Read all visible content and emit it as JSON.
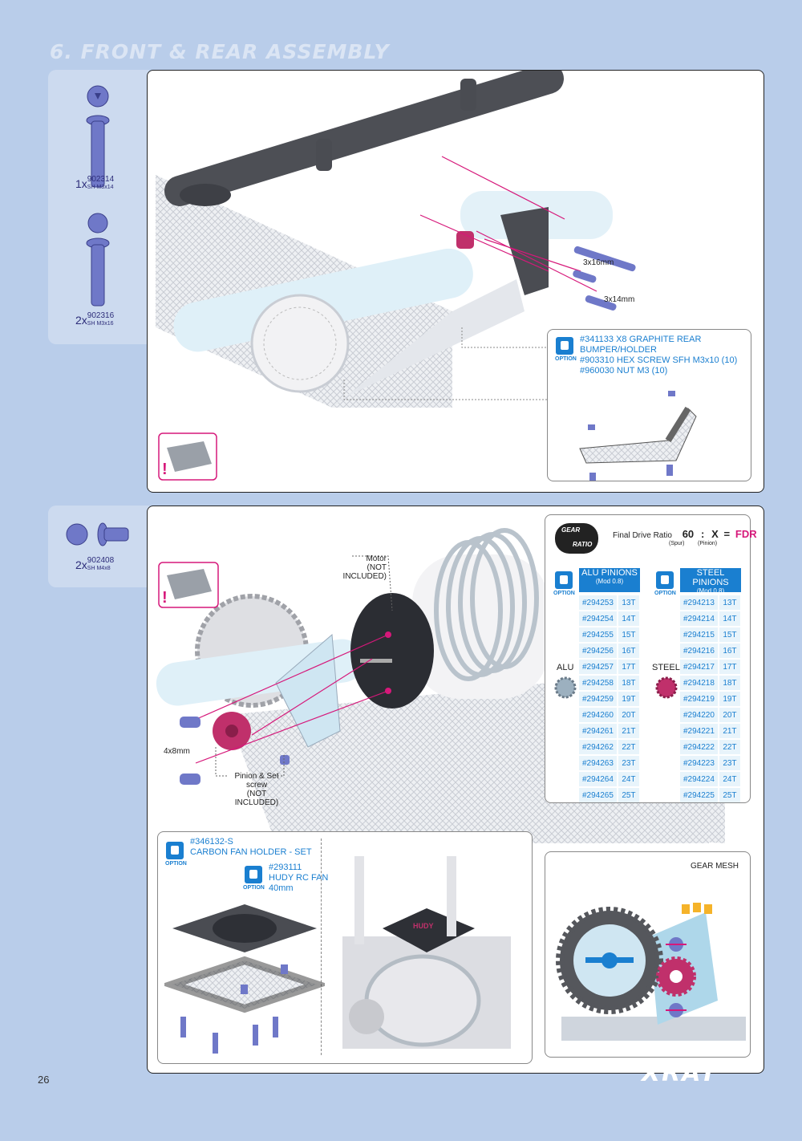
{
  "page": {
    "title": "6. FRONT & REAR ASSEMBLY",
    "page_number": "26",
    "brand": "XRAY"
  },
  "section1": {
    "parts": [
      {
        "qty": "1x",
        "code": "902314",
        "desc": "SH M3x14"
      },
      {
        "qty": "2x",
        "code": "902316",
        "desc": "SH M3x16"
      }
    ],
    "labels": {
      "screw1": "3x16mm",
      "screw2": "3x14mm"
    },
    "option": {
      "label": "OPTION",
      "lines": [
        "#341133 X8 GRAPHITE REAR BUMPER/HOLDER",
        "#903310 HEX SCREW SFH M3x10 (10)",
        "#960030 NUT M3 (10)"
      ]
    }
  },
  "section2": {
    "parts": [
      {
        "qty": "2x",
        "code": "902408",
        "desc": "SH M4x8"
      }
    ],
    "labels": {
      "motor": "Motor",
      "motor_note": "(NOT INCLUDED)",
      "screw": "4x8mm",
      "pinion": "Pinion & Set screw",
      "pinion_note": "(NOT INCLUDED)"
    },
    "gear_ratio": {
      "badge_top": "GEAR",
      "badge_bottom": "RATIO",
      "text": "Final Drive Ratio",
      "spur": "60",
      "spur_label": "(Spur)",
      "pinion_var": "X",
      "pinion_label": "(Pinion)",
      "result": "FDR",
      "colon": ":",
      "equals": "="
    },
    "alu": {
      "label": "ALU",
      "option": "OPTION",
      "header": "ALU PINIONS",
      "sub": "(Mod 0.8)",
      "rows": [
        [
          "#294253",
          "13T"
        ],
        [
          "#294254",
          "14T"
        ],
        [
          "#294255",
          "15T"
        ],
        [
          "#294256",
          "16T"
        ],
        [
          "#294257",
          "17T"
        ],
        [
          "#294258",
          "18T"
        ],
        [
          "#294259",
          "19T"
        ],
        [
          "#294260",
          "20T"
        ],
        [
          "#294261",
          "21T"
        ],
        [
          "#294262",
          "22T"
        ],
        [
          "#294263",
          "23T"
        ],
        [
          "#294264",
          "24T"
        ],
        [
          "#294265",
          "25T"
        ]
      ]
    },
    "steel": {
      "label": "STEEL",
      "option": "OPTION",
      "header": "STEEL PINIONS",
      "sub": "(Mod 0.8)",
      "rows": [
        [
          "#294213",
          "13T"
        ],
        [
          "#294214",
          "14T"
        ],
        [
          "#294215",
          "15T"
        ],
        [
          "#294216",
          "16T"
        ],
        [
          "#294217",
          "17T"
        ],
        [
          "#294218",
          "18T"
        ],
        [
          "#294219",
          "19T"
        ],
        [
          "#294220",
          "20T"
        ],
        [
          "#294221",
          "21T"
        ],
        [
          "#294222",
          "22T"
        ],
        [
          "#294223",
          "23T"
        ],
        [
          "#294224",
          "24T"
        ],
        [
          "#294225",
          "25T"
        ]
      ]
    },
    "fan_option": {
      "label": "OPTION",
      "line1": "#346132-S",
      "line2": "CARBON FAN HOLDER - SET",
      "sub_label": "OPTION",
      "sub1": "#293111",
      "sub2": "HUDY RC FAN",
      "sub3": "40mm",
      "fan_logo": "HUDY"
    },
    "gear_mesh": {
      "label": "GEAR MESH"
    }
  },
  "colors": {
    "background": "#b9cdea",
    "accent": "#1a7fd0",
    "magenta": "#d6187a",
    "screw": "#5a62b8"
  }
}
